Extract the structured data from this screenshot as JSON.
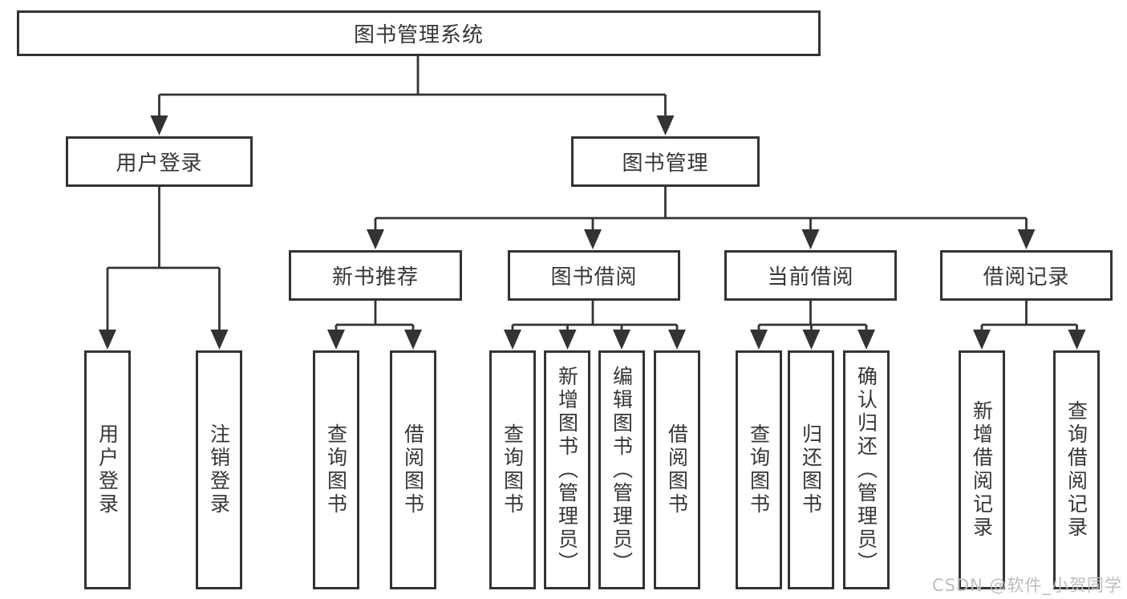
{
  "watermark": "CSDN @软件_小贺同学",
  "colors": {
    "line": "#333333",
    "box_border": "#333333",
    "box_background": "#ffffff",
    "text": "#363636",
    "watermark": "#bdbdbd"
  },
  "tree": {
    "label": "图书管理系统",
    "children": [
      {
        "label": "用户登录",
        "children": [
          {
            "label": "用户登录"
          },
          {
            "label": "注销登录"
          }
        ]
      },
      {
        "label": "图书管理",
        "children": [
          {
            "label": "新书推荐",
            "children": [
              {
                "label": "查询图书"
              },
              {
                "label": "借阅图书"
              }
            ]
          },
          {
            "label": "图书借阅",
            "children": [
              {
                "label": "查询图书"
              },
              {
                "label": "新增图书（管理员）"
              },
              {
                "label": "编辑图书（管理员）"
              },
              {
                "label": "借阅图书"
              }
            ]
          },
          {
            "label": "当前借阅",
            "children": [
              {
                "label": "查询图书"
              },
              {
                "label": "归还图书"
              },
              {
                "label": "确认归还（管理员）"
              }
            ]
          },
          {
            "label": "借阅记录",
            "children": [
              {
                "label": "新增借阅记录"
              },
              {
                "label": "查询借阅记录"
              }
            ]
          }
        ]
      }
    ]
  }
}
